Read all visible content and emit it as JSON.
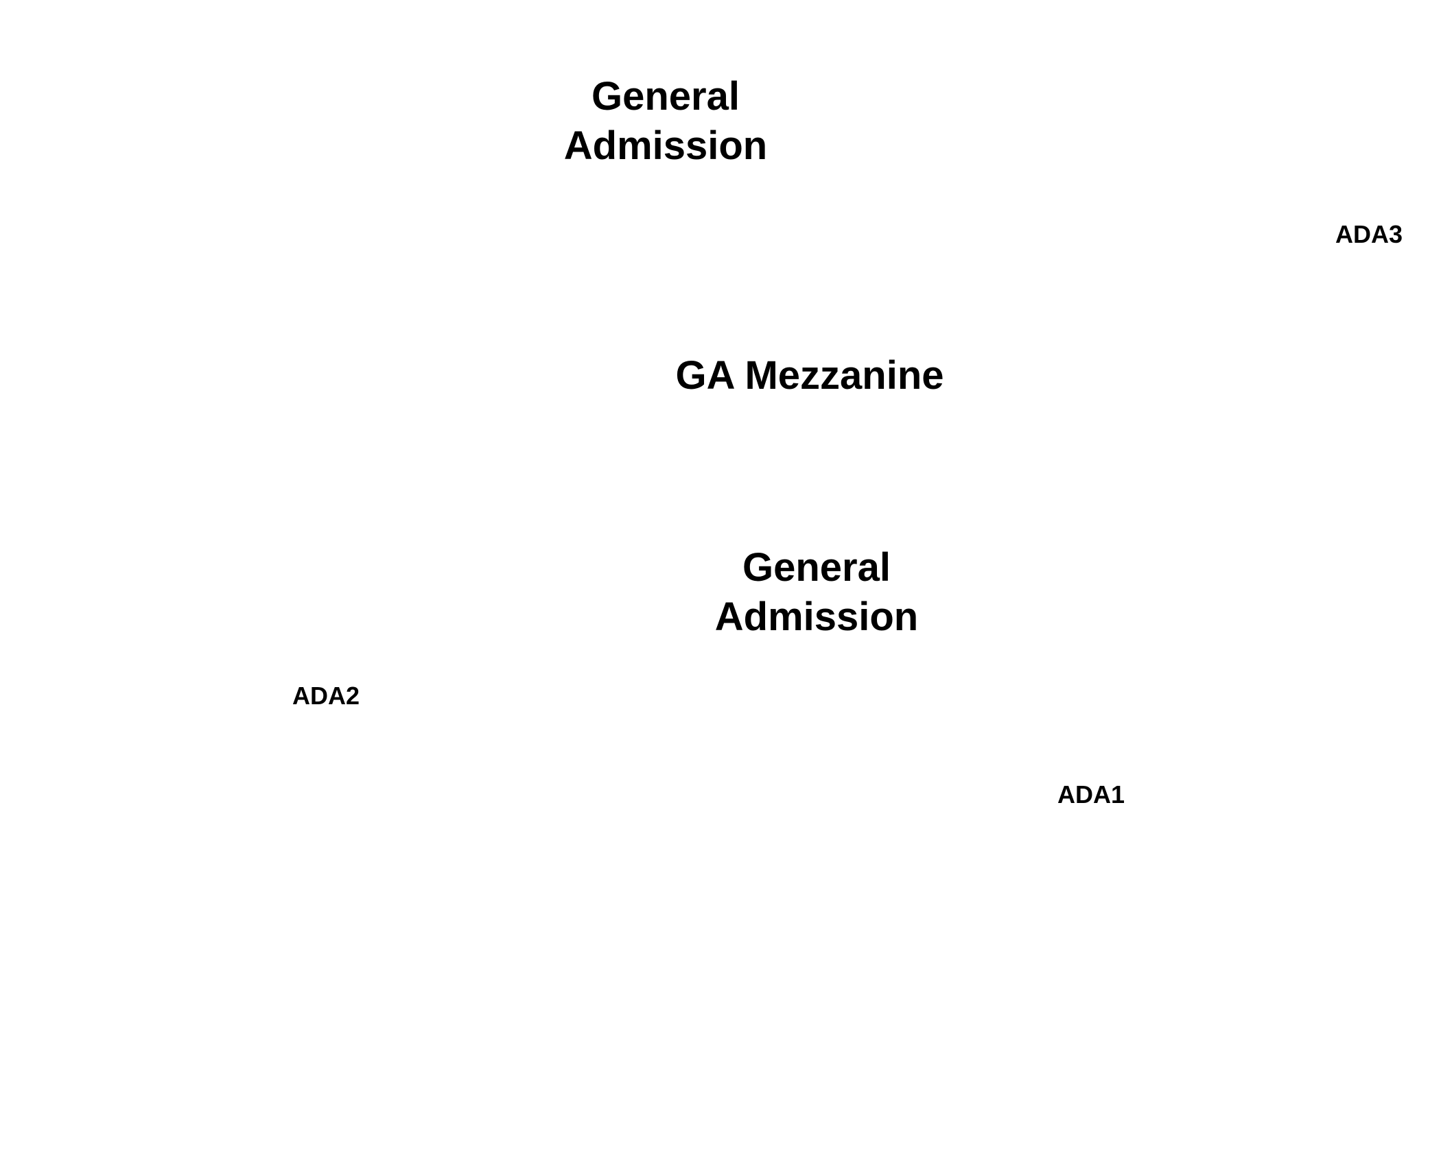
{
  "seating_map": {
    "sections": {
      "general_admission_top": {
        "line1": "General",
        "line2": "Admission"
      },
      "ga_mezzanine": {
        "label": "GA Mezzanine"
      },
      "general_admission_bottom": {
        "line1": "General",
        "line2": "Admission"
      },
      "ada3": {
        "label": "ADA3"
      },
      "ada2": {
        "label": "ADA2"
      },
      "ada1": {
        "label": "ADA1"
      }
    },
    "colors": {
      "background": "#ffffff",
      "label_text": "#000000"
    }
  }
}
